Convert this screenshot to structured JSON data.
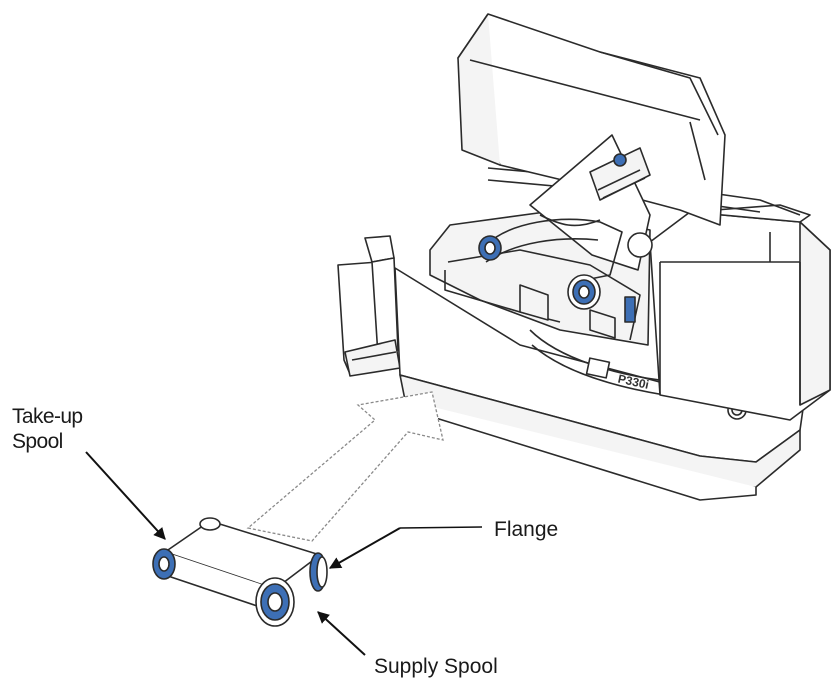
{
  "labels": {
    "takeup_line1": "Take-up",
    "takeup_line2": "Spool",
    "flange": "Flange",
    "supply": "Supply Spool"
  },
  "printer": {
    "model_text": "P330i"
  },
  "colors": {
    "outline": "#2b2b2b",
    "spool_blue": "#3d6fb5",
    "body_fill": "#ffffff",
    "panel_fill": "#f4f4f4"
  },
  "icons": [
    "arrow-take-up-icon",
    "arrow-flange-icon",
    "arrow-supply-icon",
    "insert-direction-arrow-icon",
    "power-button-icon"
  ]
}
